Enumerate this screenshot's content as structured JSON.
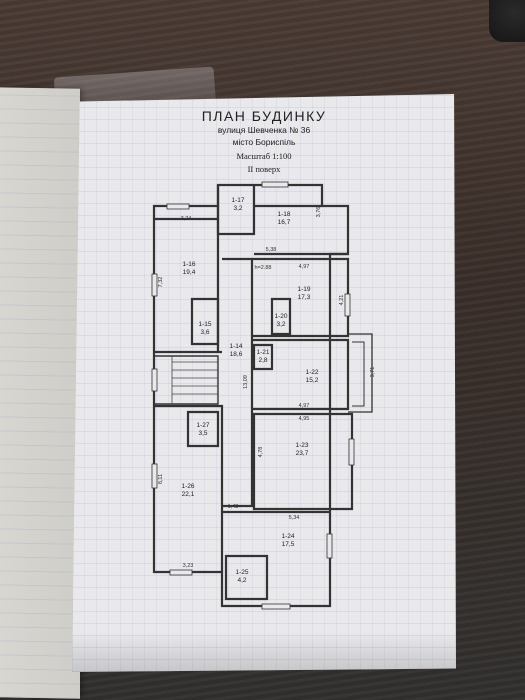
{
  "document": {
    "title": "ПЛАН  БУДИНКУ",
    "address": "вулиця Шевченка № 36",
    "city": "місто Бориспіль",
    "scale": "Масштаб  1:100",
    "floor": "II поверх"
  },
  "rooms": [
    {
      "id": "1-17",
      "area": "3,2"
    },
    {
      "id": "1-18",
      "area": "16,7"
    },
    {
      "id": "1-16",
      "area": "19,4"
    },
    {
      "id": "1-15",
      "area": "3,6"
    },
    {
      "id": "1-19",
      "area": "17,3"
    },
    {
      "id": "1-20",
      "area": "3,2"
    },
    {
      "id": "1-14",
      "area": "18,6"
    },
    {
      "id": "1-21",
      "area": "2,8"
    },
    {
      "id": "1-22",
      "area": "15,2"
    },
    {
      "id": "1-27",
      "area": "3,5"
    },
    {
      "id": "1-23",
      "area": "23,7"
    },
    {
      "id": "1-26",
      "area": "22,1"
    },
    {
      "id": "1-24",
      "area": "17,5"
    },
    {
      "id": "1-25",
      "area": "4,2"
    }
  ],
  "dimensions": {
    "d_3_76": "3,76",
    "d_3_24": "3,24",
    "d_5_38": "5,38",
    "d_7_32": "7,32",
    "d_h_2_88": "h=2.88",
    "d_4_97_top": "4,97",
    "d_4_21": "4,21",
    "d_13_09": "13,09",
    "d_3_71": "3,71",
    "d_4_97_mid": "4,97",
    "d_4_95": "4,95",
    "d_4_78": "4,78",
    "d_8_11": "8,11",
    "d_1_43": "1,43",
    "d_5_34": "5,34",
    "d_3_23": "3,23"
  }
}
